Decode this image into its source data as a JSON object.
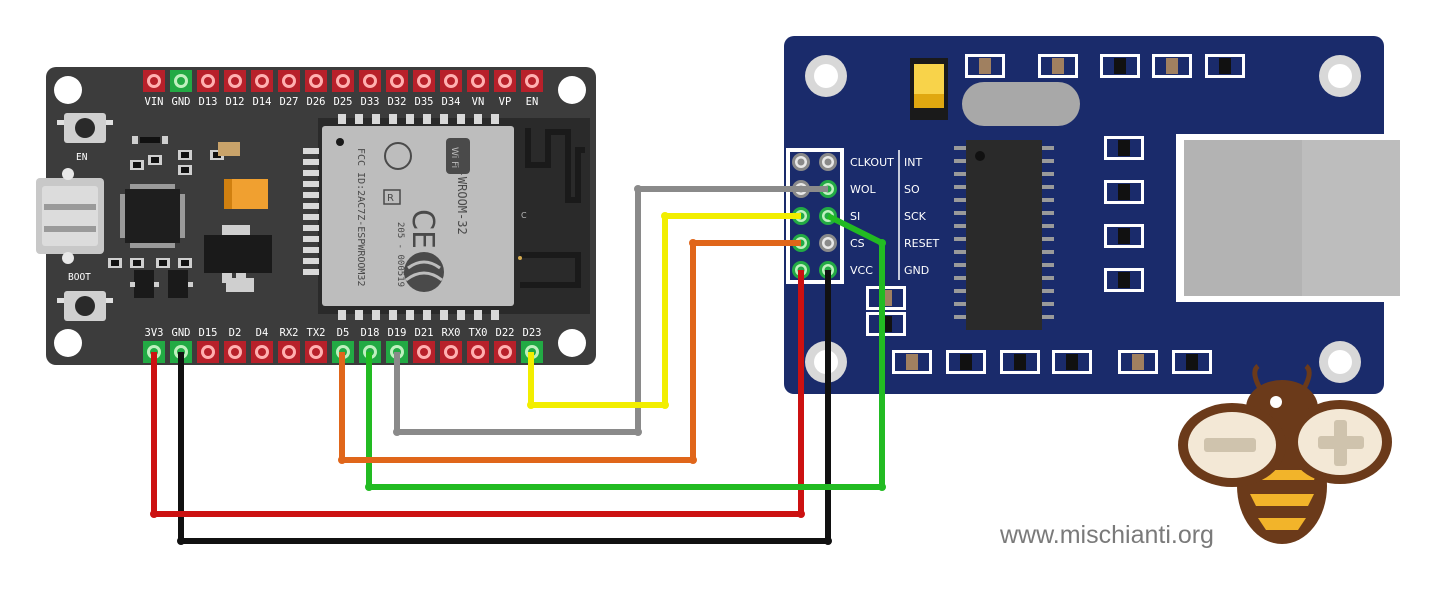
{
  "esp32": {
    "top_pins": [
      "VIN",
      "GND",
      "D13",
      "D12",
      "D14",
      "D27",
      "D26",
      "D25",
      "D33",
      "D32",
      "D35",
      "D34",
      "VN",
      "VP",
      "EN"
    ],
    "bottom_pins": [
      "3V3",
      "GND",
      "D15",
      "D2",
      "D4",
      "RX2",
      "TX2",
      "D5",
      "D18",
      "D19",
      "D21",
      "RX0",
      "TX0",
      "D22",
      "D23"
    ],
    "button_en": "EN",
    "button_boot": "BOOT",
    "module_label": "ESP-WROOM-32",
    "module_fcc": "FCC ID:2AC7Z-ESPWROOM32",
    "module_cert": "205 - 000519",
    "module_wifi": "Wi Fi",
    "module_r": "R",
    "module_ce": "CE"
  },
  "enc28j60": {
    "left_labels": [
      "CLKOUT",
      "WOL",
      "SI",
      "CS",
      "VCC"
    ],
    "right_labels": [
      "INT",
      "SO",
      "SCK",
      "RESET",
      "GND"
    ]
  },
  "watermark": "www.mischianti.org",
  "colors": {
    "esp_board": "#3c3c3c",
    "eth_board": "#1a2b6b",
    "wire_red": "#cc1111",
    "wire_black": "#111111",
    "wire_yellow": "#f2ee00",
    "wire_gray": "#8a8a8a",
    "wire_orange": "#e0661a",
    "wire_green": "#22bb22"
  },
  "icons": [
    "usb-connector-icon",
    "wifi-antenna-icon",
    "bee-logo-icon",
    "ce-mark-icon"
  ]
}
